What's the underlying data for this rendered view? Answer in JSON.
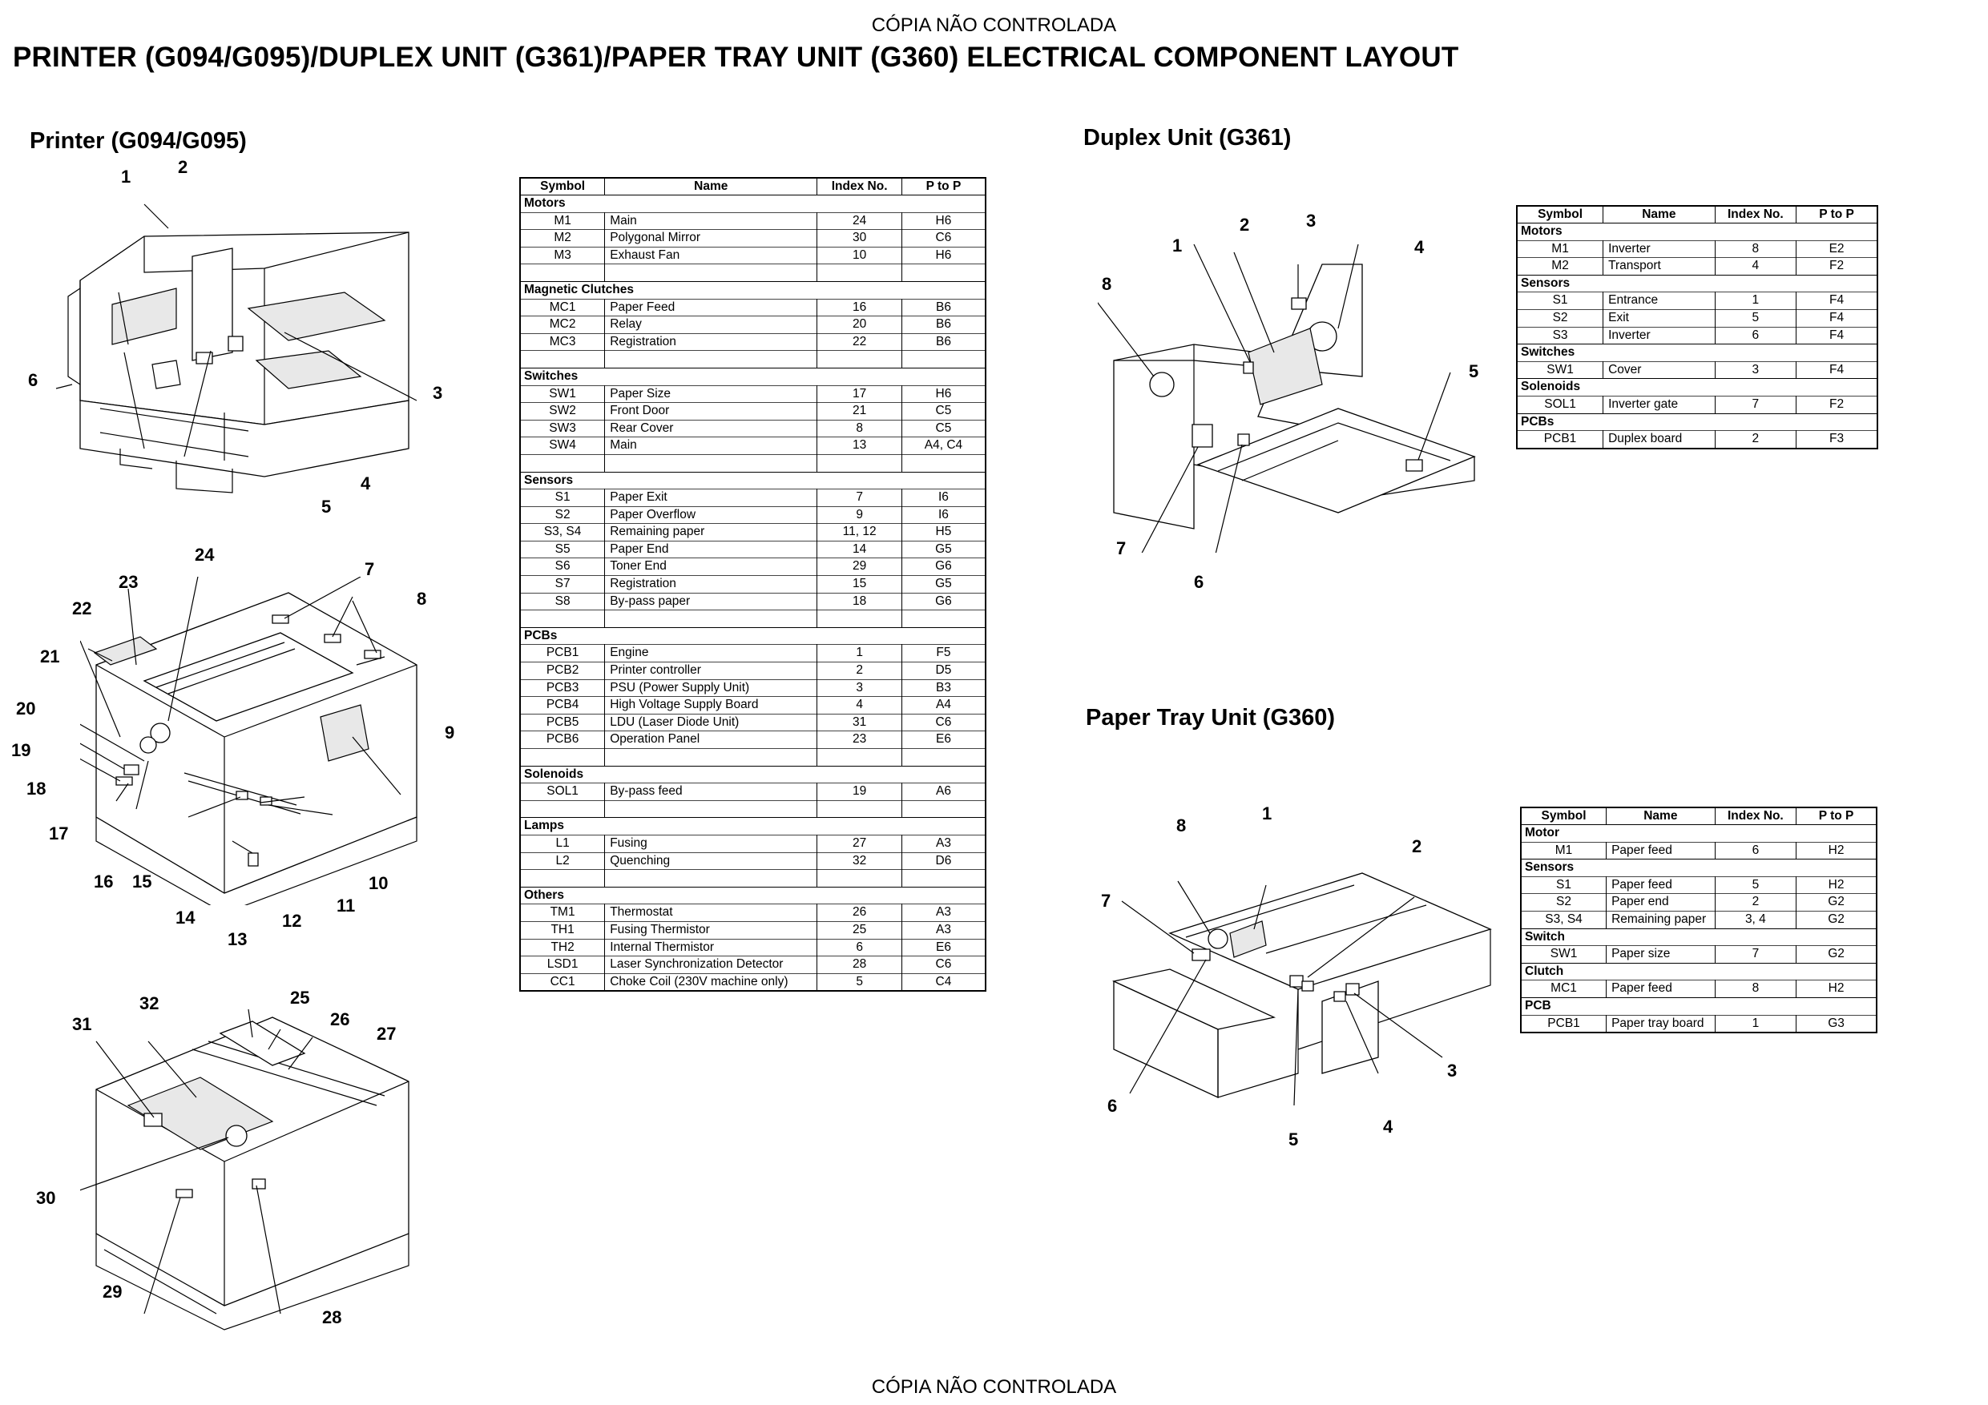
{
  "watermark_top": "CÓPIA NÃO CONTROLADA",
  "watermark_bottom": "CÓPIA NÃO CONTROLADA",
  "page_title": "PRINTER (G094/G095)/DUPLEX UNIT (G361)/PAPER TRAY UNIT (G360) ELECTRICAL COMPONENT LAYOUT",
  "sections": {
    "printer": "Printer (G094/G095)",
    "duplex": "Duplex Unit (G361)",
    "paper_tray": "Paper Tray Unit (G360)"
  },
  "table_headers": [
    "Symbol",
    "Name",
    "Index No.",
    "P to P"
  ],
  "printer_table": [
    {
      "group": "Motors",
      "rows": [
        [
          "M1",
          "Main",
          "24",
          "H6"
        ],
        [
          "M2",
          "Polygonal Mirror",
          "30",
          "C6"
        ],
        [
          "M3",
          "Exhaust Fan",
          "10",
          "H6"
        ]
      ]
    },
    {
      "group": "Magnetic Clutches",
      "rows": [
        [
          "MC1",
          "Paper Feed",
          "16",
          "B6"
        ],
        [
          "MC2",
          "Relay",
          "20",
          "B6"
        ],
        [
          "MC3",
          "Registration",
          "22",
          "B6"
        ]
      ]
    },
    {
      "group": "Switches",
      "rows": [
        [
          "SW1",
          "Paper Size",
          "17",
          "H6"
        ],
        [
          "SW2",
          "Front Door",
          "21",
          "C5"
        ],
        [
          "SW3",
          "Rear Cover",
          "8",
          "C5"
        ],
        [
          "SW4",
          "Main",
          "13",
          "A4, C4"
        ]
      ]
    },
    {
      "group": "Sensors",
      "rows": [
        [
          "S1",
          "Paper Exit",
          "7",
          "I6"
        ],
        [
          "S2",
          "Paper Overflow",
          "9",
          "I6"
        ],
        [
          "S3, S4",
          "Remaining paper",
          "11, 12",
          "H5"
        ],
        [
          "S5",
          "Paper End",
          "14",
          "G5"
        ],
        [
          "S6",
          "Toner End",
          "29",
          "G6"
        ],
        [
          "S7",
          "Registration",
          "15",
          "G5"
        ],
        [
          "S8",
          "By-pass paper",
          "18",
          "G6"
        ]
      ]
    },
    {
      "group": "PCBs",
      "rows": [
        [
          "PCB1",
          "Engine",
          "1",
          "F5"
        ],
        [
          "PCB2",
          "Printer controller",
          "2",
          "D5"
        ],
        [
          "PCB3",
          "PSU (Power Supply Unit)",
          "3",
          "B3"
        ],
        [
          "PCB4",
          "High Voltage Supply Board",
          "4",
          "A4"
        ],
        [
          "PCB5",
          "LDU (Laser Diode Unit)",
          "31",
          "C6"
        ],
        [
          "PCB6",
          "Operation Panel",
          "23",
          "E6"
        ]
      ]
    },
    {
      "group": "Solenoids",
      "rows": [
        [
          "SOL1",
          "By-pass feed",
          "19",
          "A6"
        ]
      ]
    },
    {
      "group": "Lamps",
      "rows": [
        [
          "L1",
          "Fusing",
          "27",
          "A3"
        ],
        [
          "L2",
          "Quenching",
          "32",
          "D6"
        ]
      ]
    },
    {
      "group": "Others",
      "rows": [
        [
          "TM1",
          "Thermostat",
          "26",
          "A3"
        ],
        [
          "TH1",
          "Fusing Thermistor",
          "25",
          "A3"
        ],
        [
          "TH2",
          "Internal Thermistor",
          "6",
          "E6"
        ],
        [
          "LSD1",
          "Laser Synchronization Detector",
          "28",
          "C6"
        ],
        [
          "CC1",
          "Choke Coil (230V machine only)",
          "5",
          "C4"
        ]
      ]
    }
  ],
  "duplex_table": [
    {
      "group": "Motors",
      "rows": [
        [
          "M1",
          "Inverter",
          "8",
          "E2"
        ],
        [
          "M2",
          "Transport",
          "4",
          "F2"
        ]
      ]
    },
    {
      "group": "Sensors",
      "rows": [
        [
          "S1",
          "Entrance",
          "1",
          "F4"
        ],
        [
          "S2",
          "Exit",
          "5",
          "F4"
        ],
        [
          "S3",
          "Inverter",
          "6",
          "F4"
        ]
      ]
    },
    {
      "group": "Switches",
      "rows": [
        [
          "SW1",
          "Cover",
          "3",
          "F4"
        ]
      ]
    },
    {
      "group": "Solenoids",
      "rows": [
        [
          "SOL1",
          "Inverter gate",
          "7",
          "F2"
        ]
      ]
    },
    {
      "group": "PCBs",
      "rows": [
        [
          "PCB1",
          "Duplex board",
          "2",
          "F3"
        ]
      ]
    }
  ],
  "tray_table": [
    {
      "group": "Motor",
      "rows": [
        [
          "M1",
          "Paper feed",
          "6",
          "H2"
        ]
      ]
    },
    {
      "group": "Sensors",
      "rows": [
        [
          "S1",
          "Paper feed",
          "5",
          "H2"
        ],
        [
          "S2",
          "Paper end",
          "2",
          "G2"
        ],
        [
          "S3, S4",
          "Remaining paper",
          "3, 4",
          "G2"
        ]
      ]
    },
    {
      "group": "Switch",
      "rows": [
        [
          "SW1",
          "Paper size",
          "7",
          "G2"
        ]
      ]
    },
    {
      "group": "Clutch",
      "rows": [
        [
          "MC1",
          "Paper feed",
          "8",
          "H2"
        ]
      ]
    },
    {
      "group": "PCB",
      "rows": [
        [
          "PCB1",
          "Paper tray board",
          "1",
          "G3"
        ]
      ]
    }
  ],
  "callouts": {
    "printer_top": [
      "1",
      "2",
      "3",
      "4",
      "5",
      "6"
    ],
    "printer_mid": [
      "7",
      "8",
      "9",
      "10",
      "11",
      "12",
      "13",
      "14",
      "15",
      "16",
      "17",
      "18",
      "19",
      "20",
      "21",
      "22",
      "23",
      "24"
    ],
    "printer_bottom": [
      "25",
      "26",
      "27",
      "28",
      "29",
      "30",
      "31",
      "32"
    ],
    "duplex": [
      "1",
      "2",
      "3",
      "4",
      "5",
      "6",
      "7",
      "8"
    ],
    "tray": [
      "1",
      "2",
      "3",
      "4",
      "5",
      "6",
      "7",
      "8"
    ]
  }
}
